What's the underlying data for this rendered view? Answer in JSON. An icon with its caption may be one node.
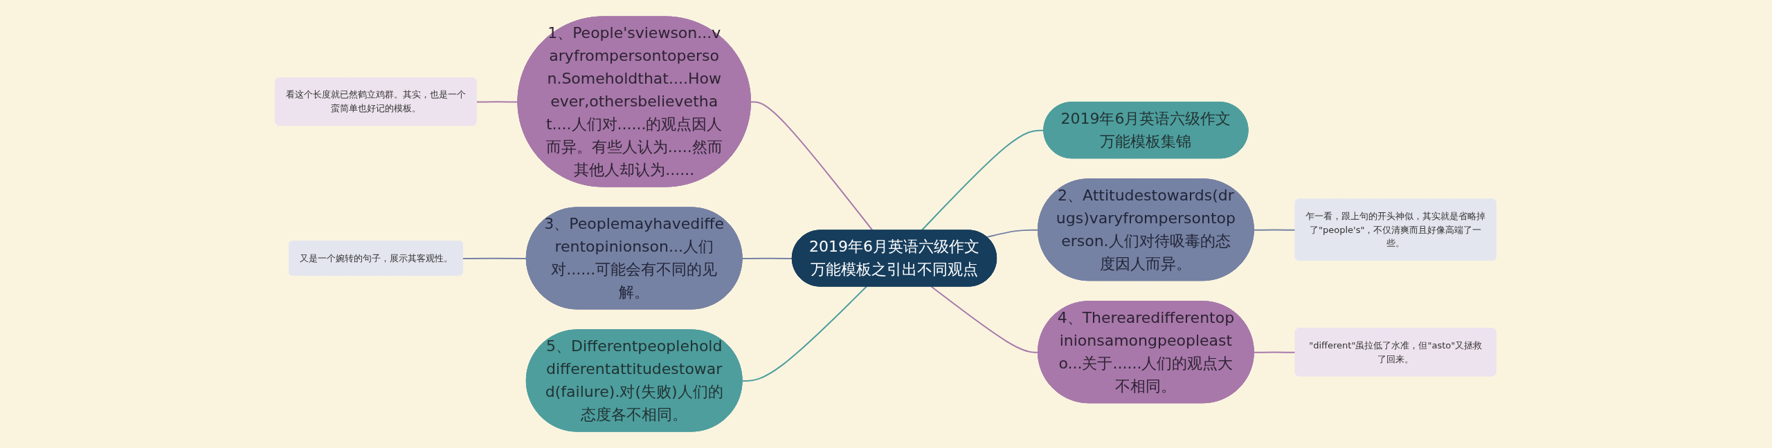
{
  "diagram": {
    "nodes": [
      {
        "text": [
          "2019年6月英语六级作文万能模板之引出不同观点"
        ]
      },
      {
        "text": [
          "2019年6月英语六级作文万能模板集锦"
        ]
      },
      {
        "text": [
          "1、People'sviewson...varyfrompersontoperson.Someholdthat....However,othersbelievethat....人们对......的观点因人而异。有些人认为.....然而其他人却认为......"
        ]
      },
      {
        "text": [
          "看这个长度就已然鹤立鸡群。其实，也是一个蛮简单也好记的模板。"
        ]
      },
      {
        "text": [
          "2、Attitudestowards(drugs)varyfrompersontoperson.人们对待吸毒的态度因人而异。"
        ]
      },
      {
        "text": [
          "乍一看，跟上句的开头神似，其实就是省略掉了\"people's\"，不仅清爽而且好像高端了一些。"
        ]
      },
      {
        "text": [
          "3、Peoplemayhavedifferentopinionson...人们对......可能会有不同的见解。"
        ]
      },
      {
        "text": [
          "又是一个婉转的句子，展示其客观性。"
        ]
      },
      {
        "text": [
          "4、Therearedifferentopinionsamongpeopleasto...关于......人们的观点大不相同。"
        ]
      },
      {
        "text": [
          "\"different\"虽拉低了水准，但\"asto\"又拯救了回来。"
        ]
      },
      {
        "text": [
          "5、Differentpeopleholddifferentattitudestoward(failure).对(失败)人们的态度各不相同。"
        ]
      }
    ],
    "edges": [
      {
        "from": 0,
        "to": 1,
        "arrow": "none",
        "color": "#4e9e9e"
      },
      {
        "from": 2,
        "to": 0,
        "arrow": "none",
        "color": "#a878aa"
      },
      {
        "from": 3,
        "to": 2,
        "arrow": "none",
        "color": "#a878aa"
      },
      {
        "from": 0,
        "to": 4,
        "arrow": "none",
        "color": "#7682a3"
      },
      {
        "from": 4,
        "to": 5,
        "arrow": "none",
        "color": "#7682a3"
      },
      {
        "from": 6,
        "to": 0,
        "arrow": "none",
        "color": "#7682a3"
      },
      {
        "from": 7,
        "to": 6,
        "arrow": "none",
        "color": "#7682a3"
      },
      {
        "from": 0,
        "to": 8,
        "arrow": "none",
        "color": "#a878aa"
      },
      {
        "from": 8,
        "to": 9,
        "arrow": "none",
        "color": "#a878aa"
      },
      {
        "from": 10,
        "to": 0,
        "arrow": "none",
        "color": "#4e9e9e"
      }
    ]
  }
}
